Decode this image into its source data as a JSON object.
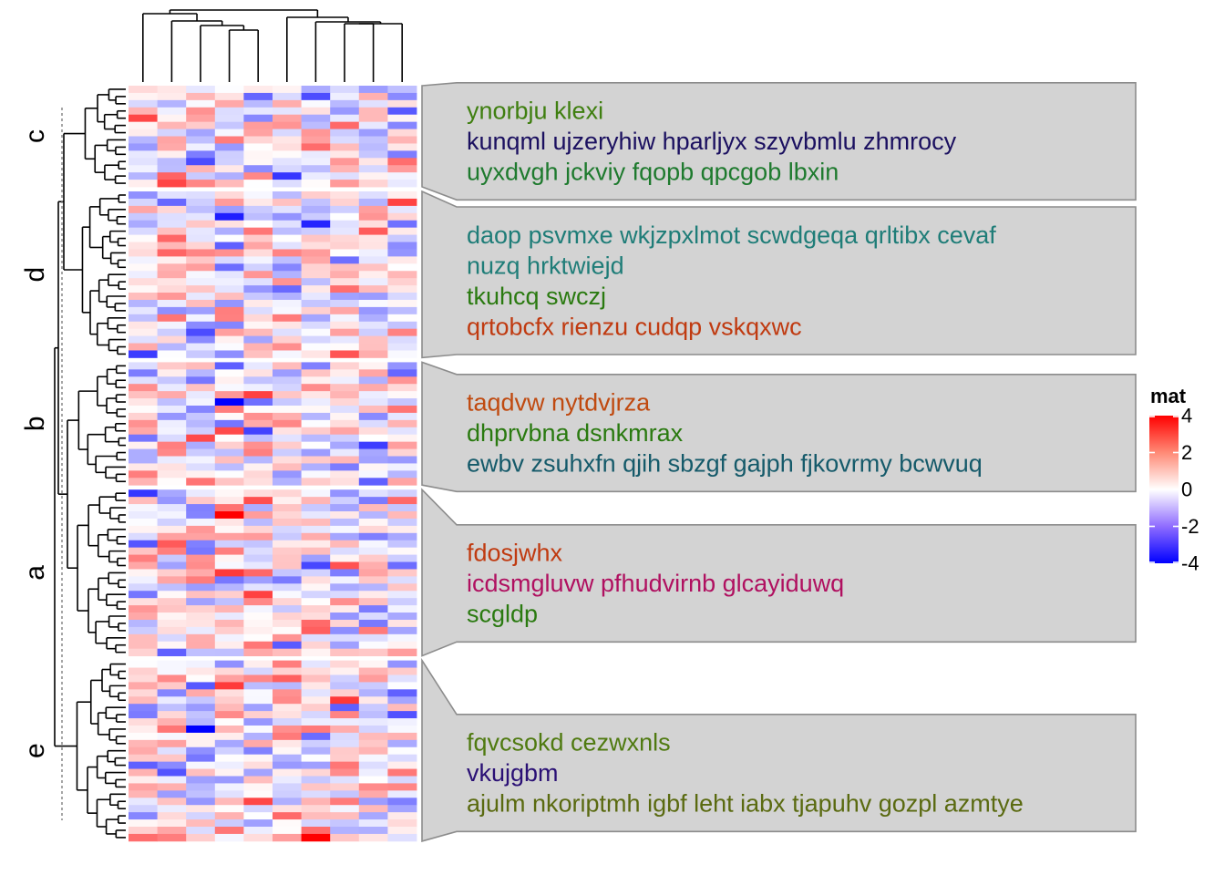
{
  "chart_data": {
    "type": "heatmap",
    "n_columns": 10,
    "color_scale": {
      "low": "#0000FF",
      "mid": "#FFFFFF",
      "high": "#FF0000",
      "domain": [
        -4,
        0,
        4
      ]
    },
    "legend": {
      "title": "mat",
      "ticks": [
        "4",
        "2",
        "0",
        "-2",
        "-4"
      ],
      "tick_values": [
        4,
        2,
        0,
        -2,
        -4
      ],
      "placement": "right"
    },
    "row_splits": [
      {
        "label": "c",
        "n_rows": 14,
        "annotation": [
          {
            "text": "ynorbju klexi",
            "color": "#3F7F10"
          },
          {
            "text": "kunqml ujzeryhiw hparljyx szyvbmlu zhmrocy",
            "color": "#1B1060"
          },
          {
            "text": "uyxdvgh jckviy fqopb qpcgob lbxin",
            "color": "#1E7A2E"
          }
        ]
      },
      {
        "label": "d",
        "n_rows": 23,
        "annotation": [
          {
            "text": "daop psvmxe wkjzpxlmot scwdgeqa qrltibx cevaf",
            "color": "#1F7D78"
          },
          {
            "text": "nuzq hrktwiejd",
            "color": "#1F7D78"
          },
          {
            "text": "tkuhcq swczj",
            "color": "#2A7A10"
          },
          {
            "text": "qrtobcfx rienzu cudqp vskqxwc",
            "color": "#C03A10"
          }
        ]
      },
      {
        "label": "b",
        "n_rows": 17,
        "annotation": [
          {
            "text": "taqdvw nytdvjrza",
            "color": "#C04A10"
          },
          {
            "text": "dhprvbna dsnkmrax",
            "color": "#2A7A10"
          },
          {
            "text": "ewbv zsuhxfn qjih sbzgf gajph fjkovrmy bcwvuq",
            "color": "#155A6A"
          }
        ]
      },
      {
        "label": "a",
        "n_rows": 23,
        "annotation": [
          {
            "text": "fdosjwhx",
            "color": "#C03A10"
          },
          {
            "text": "icdsmgluvw pfhudvirnb glcayiduwq",
            "color": "#B01060"
          },
          {
            "text": "scgldp",
            "color": "#2A7A10"
          }
        ]
      },
      {
        "label": "e",
        "n_rows": 25,
        "annotation": [
          {
            "text": "fqvcsokd cezwxnls",
            "color": "#4F7A10"
          },
          {
            "text": "vkujgbm",
            "color": "#2A1075"
          },
          {
            "text": "ajulm nkoriptmh igbf leht iabx tjapuhv gozpl azmtye",
            "color": "#5A6A10"
          }
        ]
      }
    ]
  }
}
